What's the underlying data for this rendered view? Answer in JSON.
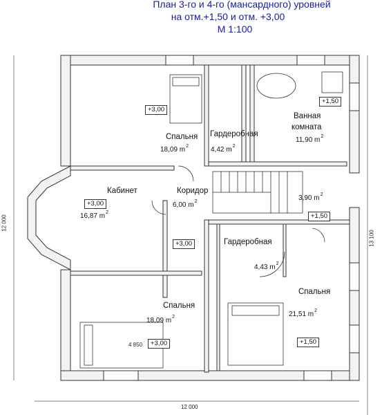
{
  "title": {
    "line1": "План 3-го и 4-го (мансардного) уровней",
    "line2": "на отм.+1,50 и отм. +3,00",
    "line3": "М 1:100"
  },
  "rooms": {
    "bedroom_top": {
      "name": "Спальня",
      "area": "18,09 m",
      "level": "+3,00"
    },
    "wardrobe_top": {
      "name": "Гардеробная",
      "area": "4,42 m"
    },
    "bathroom": {
      "name1": "Ванная",
      "name2": "комната",
      "area": "11,90 m",
      "level": "+1,50"
    },
    "office": {
      "name": "Кабинет",
      "area": "16,87 m",
      "level": "+3,00"
    },
    "corridor": {
      "name": "Коридор",
      "area": "6,00 m",
      "level": "+3,00"
    },
    "stairs": {
      "area": "3,90 m",
      "level": "+1,50"
    },
    "wardrobe_right": {
      "name": "Гардеробная",
      "area": "4,43 m"
    },
    "bedroom_left": {
      "name": "Спальня",
      "area": "18,09 m",
      "level": "+3,00",
      "extra": "4 850"
    },
    "bedroom_right": {
      "name": "Спальня",
      "area": "21,51 m",
      "level": "+1,50"
    }
  },
  "superscript": "2",
  "dimensions": {
    "bottom": "12 000",
    "left": "12 000",
    "right": "13 100"
  },
  "colors": {
    "title": "#1a1aa6",
    "wall_fill": "#f2f2f2",
    "wall_stroke": "#333333"
  }
}
